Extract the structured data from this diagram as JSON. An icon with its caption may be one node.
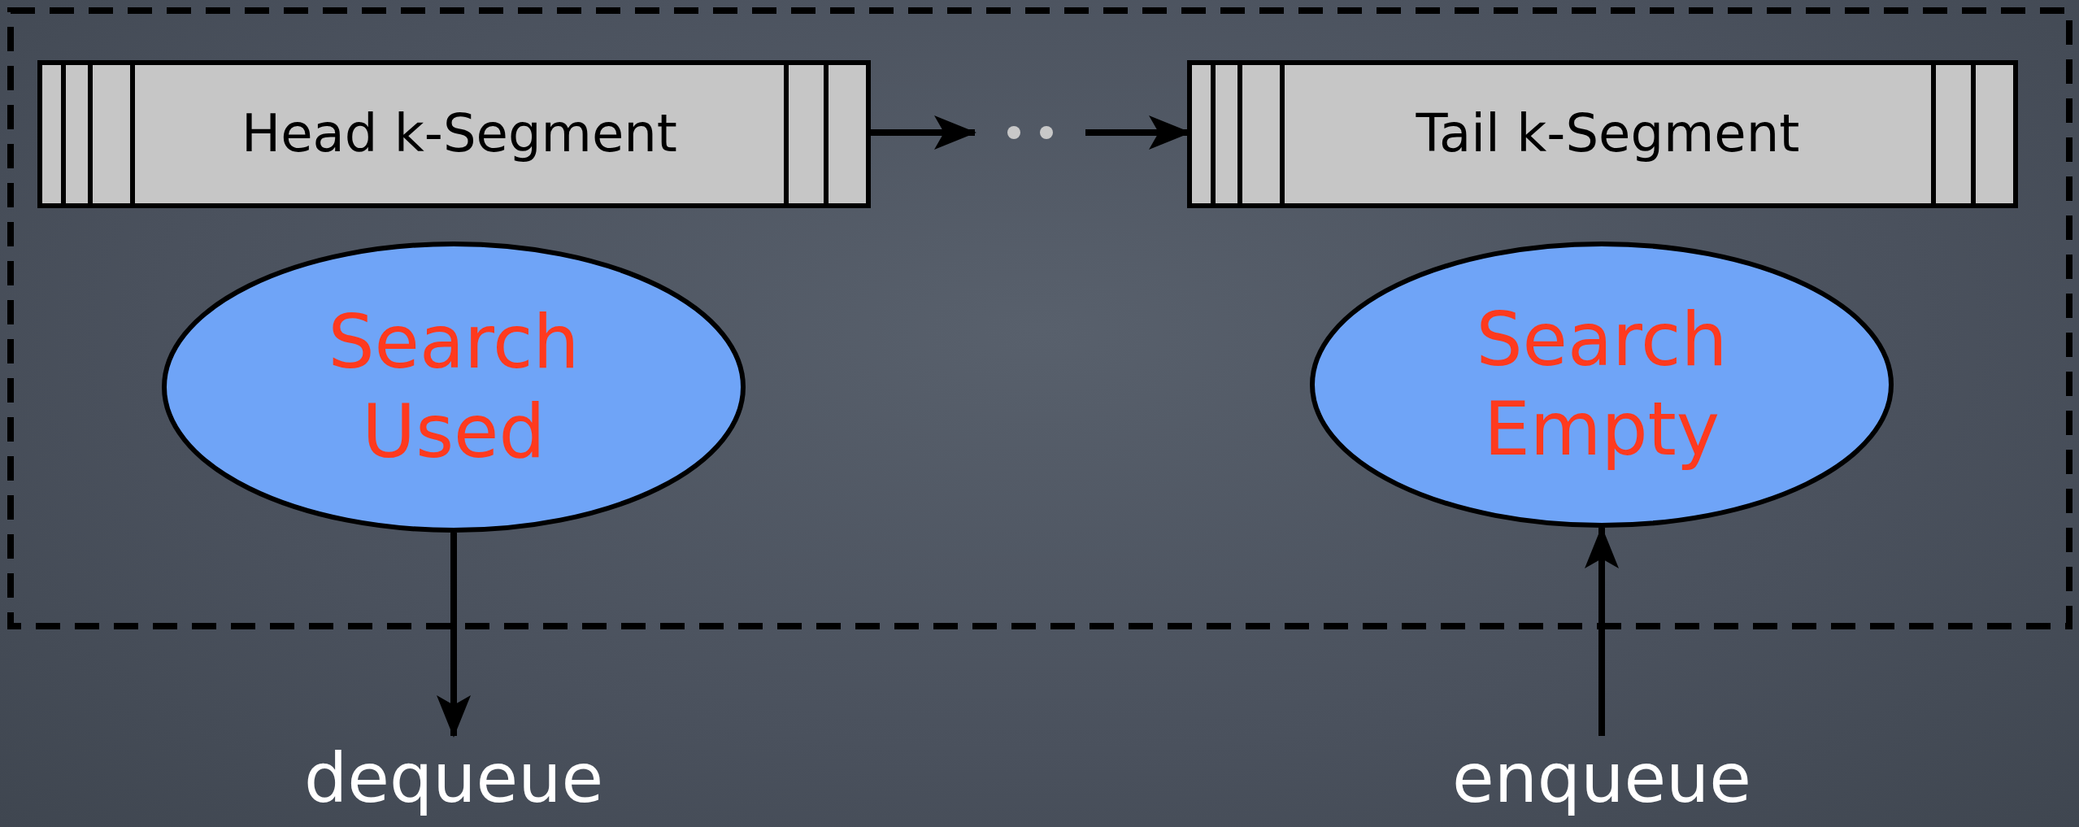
{
  "diagram": {
    "nodes": [
      {
        "text": [],
        "shape": "box"
      },
      {
        "text": [
          "Head k-Segment"
        ],
        "in": 0
      },
      {
        "text": [],
        "shape": "dots",
        "in": 0
      },
      {
        "text": [
          "Tail k-Segment"
        ],
        "in": 0
      },
      {
        "text": [
          "Search Used"
        ],
        "in": 0
      },
      {
        "text": [
          "Search Empty"
        ],
        "in": 0
      },
      {
        "text": [
          "dequeue"
        ]
      },
      {
        "text": [
          "enqueue"
        ]
      }
    ],
    "edges": [
      {
        "from": 1,
        "to": 2,
        "arrow": "to"
      },
      {
        "from": 2,
        "to": 3,
        "arrow": "to"
      },
      {
        "from": 4,
        "to": 6,
        "arrow": "to"
      },
      {
        "from": 7,
        "to": 5,
        "arrow": "to"
      }
    ]
  }
}
